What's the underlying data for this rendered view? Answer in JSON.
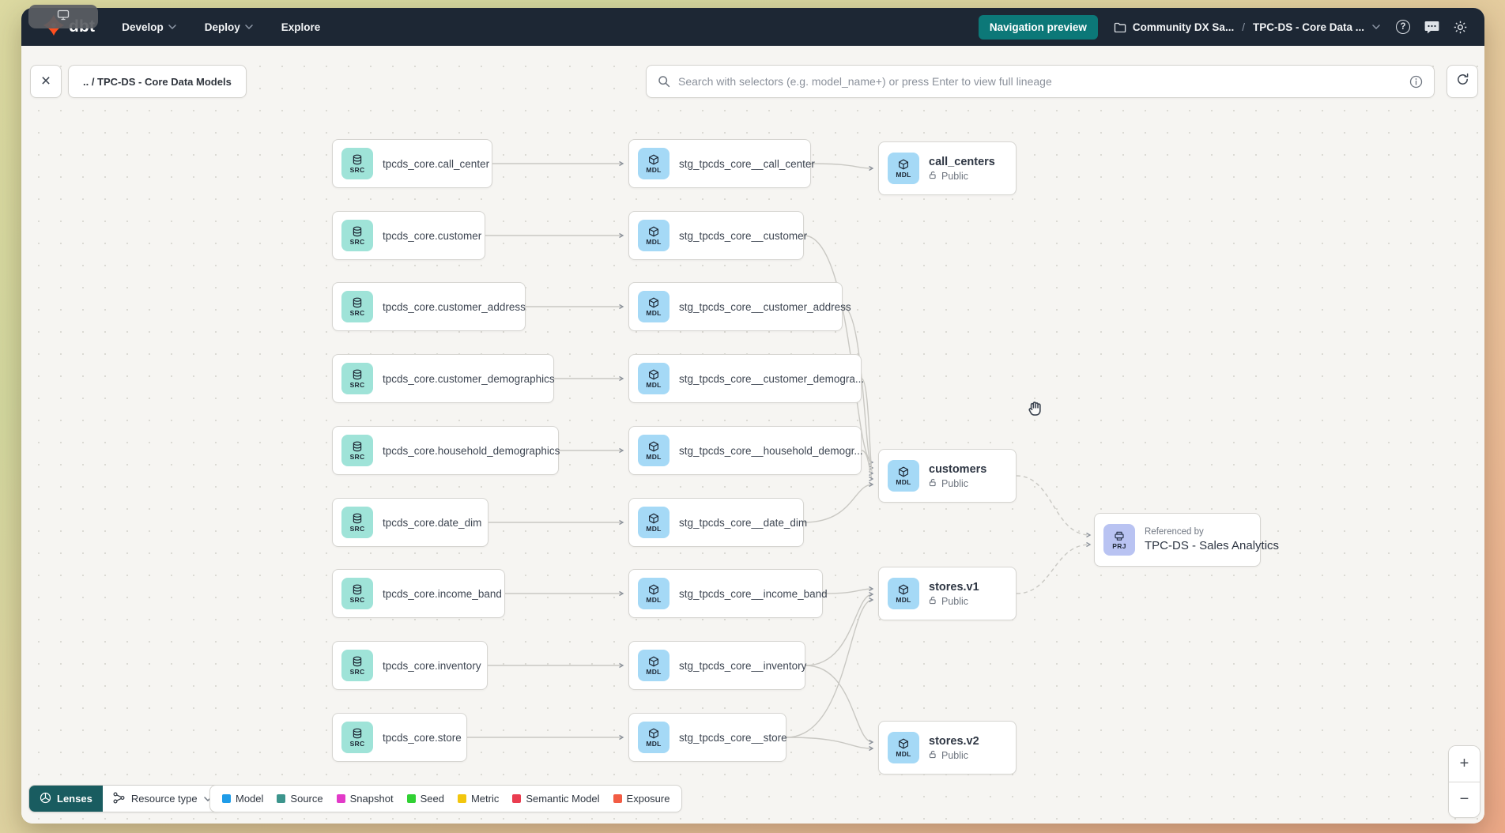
{
  "nav": {
    "logo_text": "dbt",
    "items": [
      {
        "label": "Develop"
      },
      {
        "label": "Deploy"
      },
      {
        "label": "Explore"
      }
    ],
    "preview_button": "Navigation preview",
    "breadcrumb": {
      "project": "Community DX Sa...",
      "separator": "/",
      "page": "TPC-DS - Core Data ..."
    }
  },
  "toolbar": {
    "close_label": "×",
    "breadcrumb": ".. / TPC-DS - Core Data Models",
    "search_placeholder": "Search with selectors (e.g. model_name+) or press Enter to view full lineage"
  },
  "graph": {
    "badges": {
      "source": "SRC",
      "model": "MDL",
      "project": "PRJ"
    },
    "sources": [
      "tpcds_core.call_center",
      "tpcds_core.customer",
      "tpcds_core.customer_address",
      "tpcds_core.customer_demographics",
      "tpcds_core.household_demographics",
      "tpcds_core.date_dim",
      "tpcds_core.income_band",
      "tpcds_core.inventory",
      "tpcds_core.store"
    ],
    "staging": [
      "stg_tpcds_core__call_center",
      "stg_tpcds_core__customer",
      "stg_tpcds_core__customer_address",
      "stg_tpcds_core__customer_demogra...",
      "stg_tpcds_core__household_demogr...",
      "stg_tpcds_core__date_dim",
      "stg_tpcds_core__income_band",
      "stg_tpcds_core__inventory",
      "stg_tpcds_core__store"
    ],
    "marts": [
      {
        "title": "call_centers",
        "access": "Public"
      },
      {
        "title": "customers",
        "access": "Public"
      },
      {
        "title": "stores.v1",
        "access": "Public"
      },
      {
        "title": "stores.v2",
        "access": "Public"
      }
    ],
    "project_node": {
      "kicker": "Referenced by",
      "title": "TPC-DS - Sales Analytics"
    }
  },
  "footer": {
    "lenses_label": "Lenses",
    "resource_type_label": "Resource type",
    "legend": [
      {
        "label": "Model",
        "color": "#1f9ce8"
      },
      {
        "label": "Source",
        "color": "#3d958d"
      },
      {
        "label": "Snapshot",
        "color": "#e23ac8"
      },
      {
        "label": "Seed",
        "color": "#31d134"
      },
      {
        "label": "Metric",
        "color": "#f2c60e"
      },
      {
        "label": "Semantic Model",
        "color": "#ea3d50"
      },
      {
        "label": "Exposure",
        "color": "#f25c44"
      }
    ]
  },
  "zoom_controls": {
    "zoom_in": "+",
    "zoom_out": "−"
  },
  "colors": {
    "brand_orange": "#ff4f1f",
    "accent_teal": "#0c7878",
    "navbar_bg": "#1d2734"
  }
}
